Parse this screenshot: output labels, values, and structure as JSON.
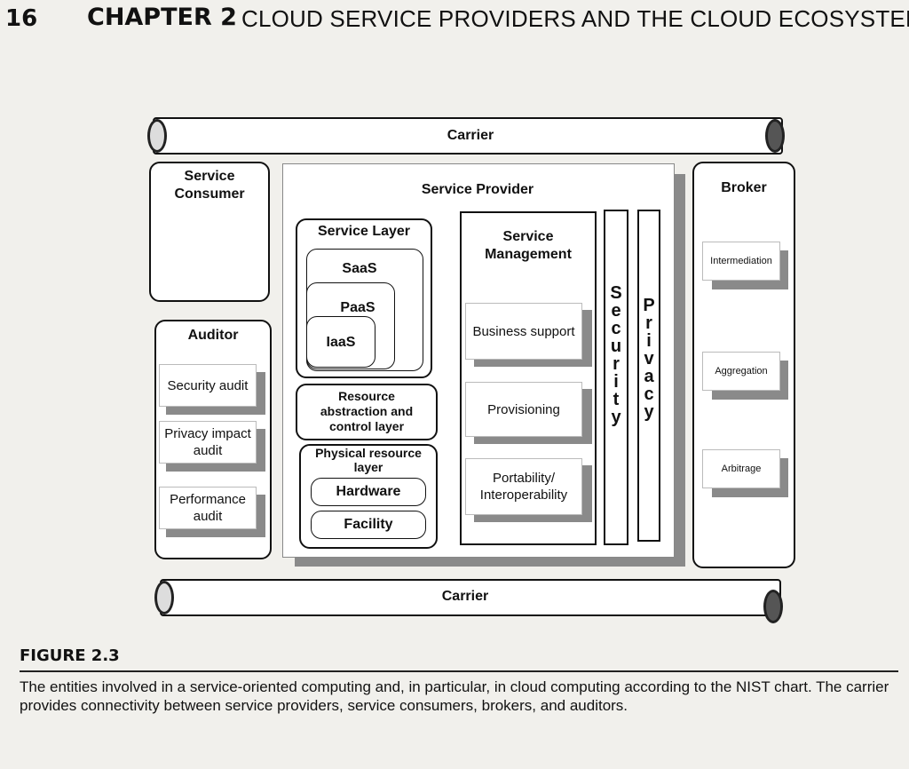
{
  "header": {
    "page_number": "16",
    "chapter": "CHAPTER 2",
    "title": "CLOUD SERVICE PROVIDERS AND THE CLOUD ECOSYSTEM"
  },
  "diagram": {
    "carrier_top": "Carrier",
    "carrier_bottom": "Carrier",
    "service_consumer": "Service Consumer",
    "auditor": {
      "title": "Auditor",
      "items": [
        "Security audit",
        "Privacy impact audit",
        "Performance audit"
      ]
    },
    "service_provider": {
      "title": "Service Provider",
      "service_layer": {
        "title": "Service Layer",
        "saas": "SaaS",
        "paas": "PaaS",
        "iaas": "IaaS"
      },
      "resource_abstraction": "Resource abstraction and control layer",
      "physical_layer": {
        "title": "Physical resource layer",
        "hardware": "Hardware",
        "facility": "Facility"
      },
      "service_management": {
        "title": "Service Management",
        "items": [
          "Business support",
          "Provisioning",
          "Portability/ Interoperability"
        ]
      },
      "security": "Security",
      "privacy": "Privacy"
    },
    "broker": {
      "title": "Broker",
      "items": [
        "Intermediation",
        "Aggregation",
        "Arbitrage"
      ]
    }
  },
  "caption": {
    "label": "FIGURE 2.3",
    "text": "The entities involved in a service-oriented computing and, in particular, in cloud computing according to the NIST chart. The carrier provides connectivity between service providers, service consumers, brokers, and auditors."
  }
}
